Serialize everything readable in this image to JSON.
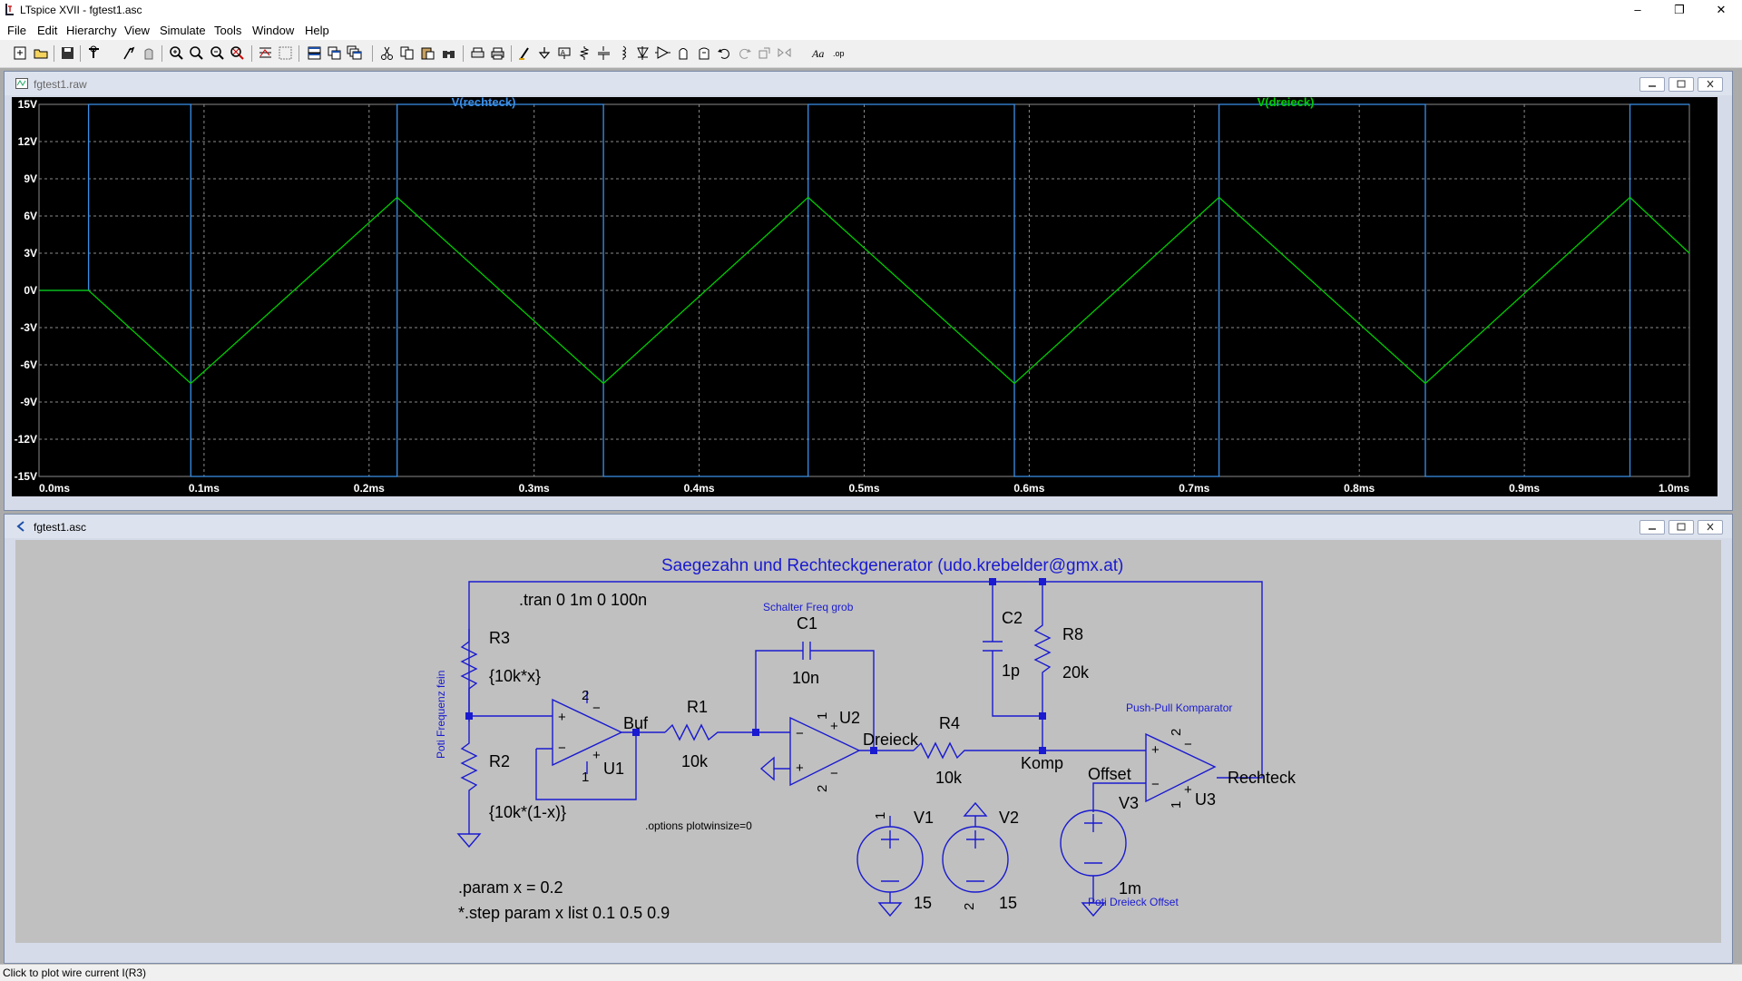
{
  "window": {
    "title": "LTspice XVII - fgtest1.asc"
  },
  "window_controls": {
    "minimize": "–",
    "maximize": "❐",
    "close": "✕"
  },
  "menu": [
    "File",
    "Edit",
    "Hierarchy",
    "View",
    "Simulate",
    "Tools",
    "Window",
    "Help"
  ],
  "toolbar_icons": [
    "new-schematic-icon",
    "open-icon",
    "save-icon",
    "control-panel-icon",
    "run-icon",
    "halt-icon",
    "zoom-in-icon",
    "zoom-back-icon",
    "zoom-out-icon",
    "zoom-fit-icon",
    "autorange-icon",
    "grid-icon",
    "tile-horizontal-icon",
    "tile-vertical-icon",
    "cascade-icon",
    "cut-icon",
    "copy-icon",
    "paste-icon",
    "find-icon",
    "print-setup-icon",
    "print-icon",
    "wire-icon",
    "ground-icon",
    "label-net-icon",
    "resistor-icon",
    "capacitor-icon",
    "inductor-icon",
    "diode-icon",
    "component-icon",
    "move-icon",
    "drag-icon",
    "undo-icon",
    "redo-icon",
    "rotate-icon",
    "mirror-icon",
    "text-icon",
    "spice-directive-icon"
  ],
  "plot_window": {
    "title": "fgtest1.raw",
    "traces": [
      {
        "name": "V(rechteck)",
        "color": "#3a8fe8"
      },
      {
        "name": "V(dreieck)",
        "color": "#00cc00"
      }
    ]
  },
  "chart_data": {
    "type": "line",
    "xlabel": "",
    "ylabel": "",
    "xlim": [
      0,
      1.0
    ],
    "ylim": [
      -15,
      15
    ],
    "x_ticks": [
      "0.0ms",
      "0.1ms",
      "0.2ms",
      "0.3ms",
      "0.4ms",
      "0.5ms",
      "0.6ms",
      "0.7ms",
      "0.8ms",
      "0.9ms",
      "1.0ms"
    ],
    "y_ticks": [
      "15V",
      "12V",
      "9V",
      "6V",
      "3V",
      "0V",
      "-3V",
      "-6V",
      "-9V",
      "-12V",
      "-15V"
    ],
    "grid": true,
    "series": [
      {
        "name": "V(rechteck)",
        "color": "#3a8fe8",
        "x": [
          0,
          0.03,
          0.03,
          0.092,
          0.092,
          0.217,
          0.217,
          0.342,
          0.342,
          0.466,
          0.466,
          0.591,
          0.591,
          0.715,
          0.715,
          0.84,
          0.84,
          0.964,
          0.964,
          1.0
        ],
        "y": [
          0,
          0,
          15,
          15,
          -15,
          -15,
          15,
          15,
          -15,
          -15,
          15,
          15,
          -15,
          -15,
          15,
          15,
          -15,
          -15,
          15,
          15
        ]
      },
      {
        "name": "V(dreieck)",
        "color": "#00cc00",
        "x": [
          0,
          0.03,
          0.092,
          0.217,
          0.342,
          0.466,
          0.591,
          0.715,
          0.84,
          0.964,
          1.0
        ],
        "y": [
          0,
          0,
          -7.5,
          7.5,
          -7.5,
          7.5,
          -7.5,
          7.5,
          -7.5,
          7.5,
          3
        ]
      }
    ]
  },
  "schematic_window": {
    "title": "fgtest1.asc",
    "heading": "Saegezahn und Rechteckgenerator (udo.krebelder@gmx.at)",
    "tran": ".tran 0 1m 0 100n",
    "options": ".options plotwinsize=0",
    "param": ".param x = 0.2",
    "step": "*.step param x list 0.1 0.5 0.9",
    "comment_switch": "Schalter Freq grob",
    "comment_poti_freq": "Poti Frequenz fein",
    "comment_comp": "Push-Pull Komparator",
    "comment_offset": "Poti Dreieck Offset",
    "components": {
      "R3": {
        "name": "R3",
        "value": "{10k*x}"
      },
      "R2": {
        "name": "R2",
        "value": "{10k*(1-x)}"
      },
      "R1": {
        "name": "R1",
        "value": "10k"
      },
      "R4": {
        "name": "R4",
        "value": "10k"
      },
      "R8": {
        "name": "R8",
        "value": "20k"
      },
      "C1": {
        "name": "C1",
        "value": "10n"
      },
      "C2": {
        "name": "C2",
        "value": "1p"
      },
      "U1": {
        "name": "U1"
      },
      "U2": {
        "name": "U2"
      },
      "U3": {
        "name": "U3"
      },
      "V1": {
        "name": "V1",
        "value": "15"
      },
      "V2": {
        "name": "V2",
        "value": "15"
      },
      "V3": {
        "name": "V3",
        "value": "1m"
      }
    },
    "nets": {
      "buf": "Buf",
      "dreieck": "Dreieck",
      "komp": "Komp",
      "offset": "Offset",
      "rechteck": "Rechteck"
    },
    "pins": {
      "p1": "1",
      "p2": "2",
      "plus": "+",
      "minus": "−"
    }
  },
  "status": "Click to plot wire current I(R3)"
}
